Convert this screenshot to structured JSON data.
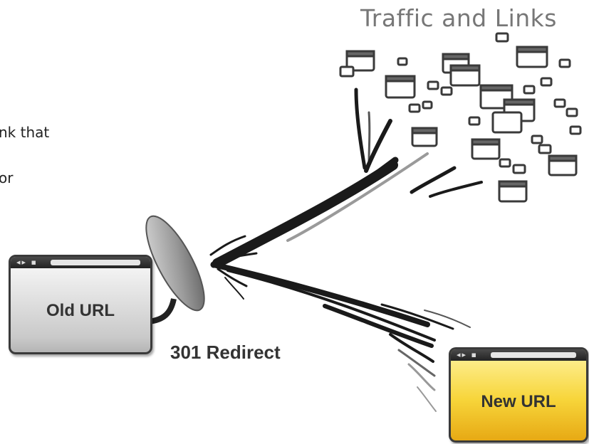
{
  "heading": "Traffic and Links",
  "side_text": [
    "nk that",
    "or"
  ],
  "old_url_label": "Old URL",
  "new_url_label": "New URL",
  "redirect_label": "301 Redirect",
  "browser_dots": "◂▸ ▪",
  "colors": {
    "new_url_fill": "#f7d53a",
    "old_url_fill": "#c9c9c9",
    "arrow_dark": "#1a1a1a",
    "arrow_light": "#999999"
  }
}
